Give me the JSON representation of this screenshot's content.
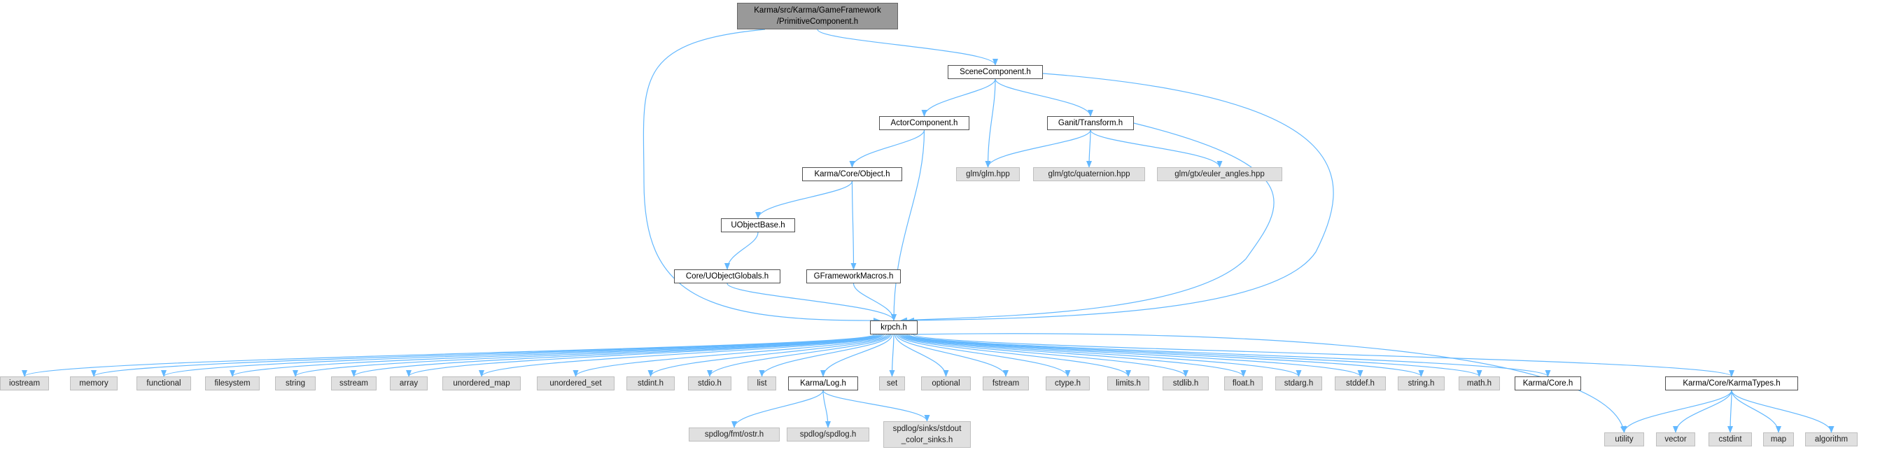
{
  "diagram": {
    "edge_color": "#63b8ff",
    "nodes": {
      "root": "Karma/src/Karma/GameFramework\n/PrimitiveComponent.h",
      "scene": "SceneComponent.h",
      "actor": "ActorComponent.h",
      "transform": "Ganit/Transform.h",
      "object": "Karma/Core/Object.h",
      "glm": "glm/glm.hpp",
      "quat": "glm/gtc/quaternion.hpp",
      "euler": "glm/gtx/euler_angles.hpp",
      "uobjbase": "UObjectBase.h",
      "uobjglobals": "Core/UObjectGlobals.h",
      "gfmacros": "GFrameworkMacros.h",
      "krpch": "krpch.h",
      "iostream": "iostream",
      "memory": "memory",
      "functional": "functional",
      "filesystem": "filesystem",
      "string": "string",
      "sstream": "sstream",
      "array": "array",
      "unordered_map": "unordered_map",
      "unordered_set": "unordered_set",
      "stdint": "stdint.h",
      "stdio": "stdio.h",
      "list": "list",
      "log": "Karma/Log.h",
      "set": "set",
      "optional": "optional",
      "fstream": "fstream",
      "ctype": "ctype.h",
      "limits": "limits.h",
      "stdlib": "stdlib.h",
      "float": "float.h",
      "stdarg": "stdarg.h",
      "stddef": "stddef.h",
      "string_h": "string.h",
      "math": "math.h",
      "core": "Karma/Core.h",
      "karmatypes": "Karma/Core/KarmaTypes.h",
      "fmt": "spdlog/fmt/ostr.h",
      "spdlog": "spdlog/spdlog.h",
      "sinks": "spdlog/sinks/stdout\n_color_sinks.h",
      "utility": "utility",
      "vector": "vector",
      "cstdint": "cstdint",
      "map": "map",
      "algorithm": "algorithm"
    },
    "edges": [
      [
        "root",
        "scene"
      ],
      [
        "root",
        "krpch"
      ],
      [
        "scene",
        "actor"
      ],
      [
        "scene",
        "glm"
      ],
      [
        "scene",
        "transform"
      ],
      [
        "scene",
        "krpch"
      ],
      [
        "actor",
        "object"
      ],
      [
        "actor",
        "krpch"
      ],
      [
        "transform",
        "glm"
      ],
      [
        "transform",
        "quat"
      ],
      [
        "transform",
        "euler"
      ],
      [
        "transform",
        "krpch"
      ],
      [
        "object",
        "uobjbase"
      ],
      [
        "object",
        "gfmacros"
      ],
      [
        "uobjbase",
        "uobjglobals"
      ],
      [
        "uobjglobals",
        "krpch"
      ],
      [
        "gfmacros",
        "krpch"
      ],
      [
        "krpch",
        "iostream"
      ],
      [
        "krpch",
        "memory"
      ],
      [
        "krpch",
        "functional"
      ],
      [
        "krpch",
        "filesystem"
      ],
      [
        "krpch",
        "string"
      ],
      [
        "krpch",
        "sstream"
      ],
      [
        "krpch",
        "array"
      ],
      [
        "krpch",
        "unordered_map"
      ],
      [
        "krpch",
        "unordered_set"
      ],
      [
        "krpch",
        "stdint"
      ],
      [
        "krpch",
        "stdio"
      ],
      [
        "krpch",
        "list"
      ],
      [
        "krpch",
        "log"
      ],
      [
        "krpch",
        "set"
      ],
      [
        "krpch",
        "optional"
      ],
      [
        "krpch",
        "fstream"
      ],
      [
        "krpch",
        "ctype"
      ],
      [
        "krpch",
        "limits"
      ],
      [
        "krpch",
        "stdlib"
      ],
      [
        "krpch",
        "float"
      ],
      [
        "krpch",
        "stdarg"
      ],
      [
        "krpch",
        "stddef"
      ],
      [
        "krpch",
        "string_h"
      ],
      [
        "krpch",
        "math"
      ],
      [
        "krpch",
        "core"
      ],
      [
        "krpch",
        "utility"
      ],
      [
        "krpch",
        "karmatypes"
      ],
      [
        "log",
        "fmt"
      ],
      [
        "log",
        "spdlog"
      ],
      [
        "log",
        "sinks"
      ],
      [
        "karmatypes",
        "utility"
      ],
      [
        "karmatypes",
        "vector"
      ],
      [
        "karmatypes",
        "cstdint"
      ],
      [
        "karmatypes",
        "map"
      ],
      [
        "karmatypes",
        "algorithm"
      ]
    ]
  }
}
